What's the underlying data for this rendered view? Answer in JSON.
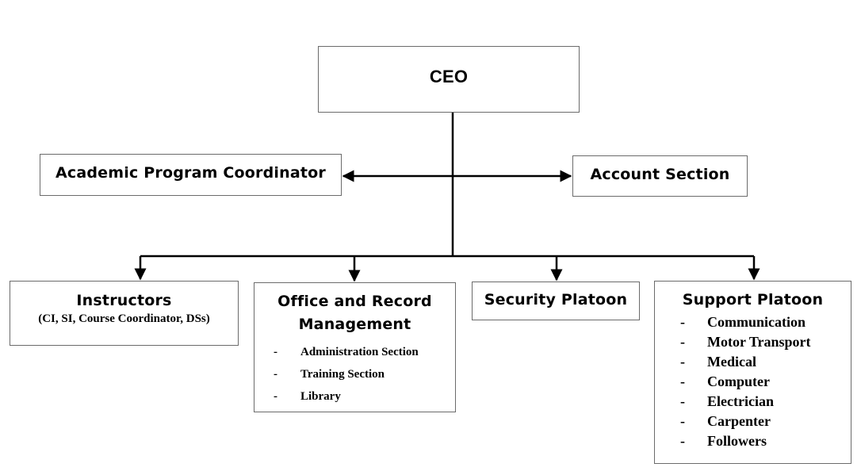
{
  "ceo": {
    "label": "CEO"
  },
  "staff": {
    "left": {
      "label": "Academic Program Coordinator"
    },
    "right": {
      "label": "Account Section"
    }
  },
  "units": {
    "instructors": {
      "label": "Instructors",
      "subtitle": "(CI, SI, Course Coordinator, DSs)"
    },
    "office": {
      "label": "Office and Record Management",
      "items": [
        "Administration Section",
        "Training Section",
        "Library"
      ]
    },
    "security": {
      "label": "Security Platoon"
    },
    "support": {
      "label": "Support Platoon",
      "items": [
        "Communication",
        "Motor Transport",
        "Medical",
        "Computer",
        "Electrician",
        "Carpenter",
        "Followers"
      ]
    }
  },
  "bullet": "-"
}
